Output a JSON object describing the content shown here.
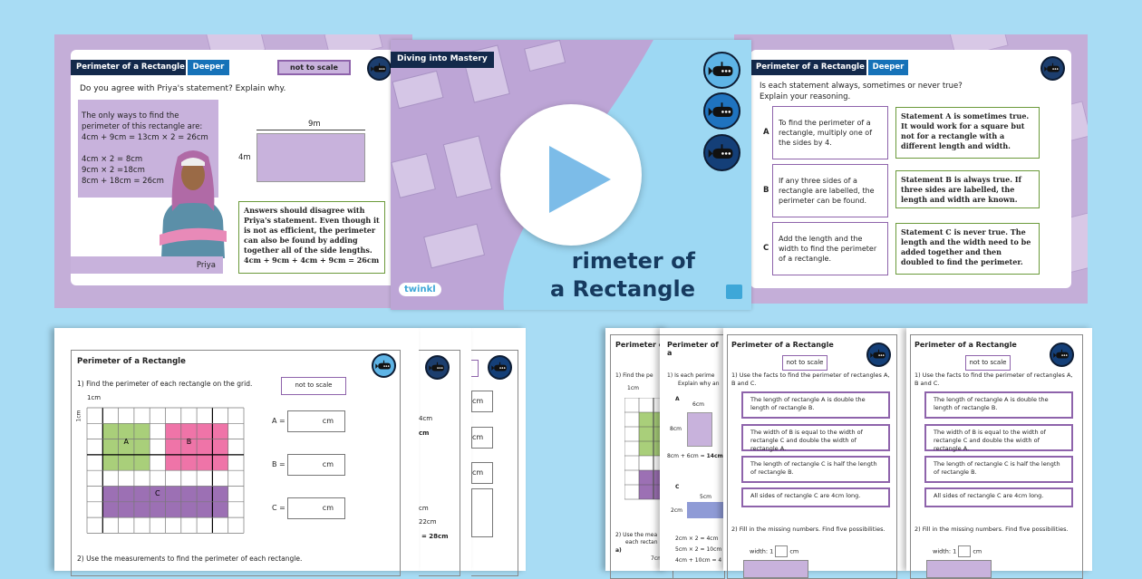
{
  "slide_left": {
    "header": "Perimeter of a Rectangle",
    "level": "Deeper",
    "not_to_scale": "not to scale",
    "question": "Do you agree with Priya's statement? Explain why.",
    "statement": [
      "The only ways to find the",
      "perimeter of this rectangle are:",
      "4cm + 9cm = 13cm × 2 = 26cm",
      "",
      "4cm × 2 = 8cm",
      "9cm × 2 =18cm",
      "8cm + 18cm = 26cm"
    ],
    "width_label": "9m",
    "height_label": "4m",
    "character": "Priya",
    "answer": [
      "Answers should disagree with",
      "Priya's statement. Even though it",
      "is not as efficient, the perimeter",
      "can also be found by adding",
      "together all of the side lengths.",
      "4cm + 9cm + 4cm + 9cm = 26cm"
    ]
  },
  "slide_center": {
    "badge": "Diving into Mastery",
    "title_line1": "rimeter of",
    "title_line2": "a Rectangle",
    "logo": "twinkl",
    "levels": [
      "shallow-water-submarine-icon",
      "deep-water-submarine-icon",
      "deepest-water-submarine-icon"
    ],
    "play_color": "#7cbce8"
  },
  "slide_right": {
    "header": "Perimeter of a Rectangle",
    "level": "Deeper",
    "question": [
      "Is each statement always, sometimes or never true?",
      "Explain your reasoning."
    ],
    "rows": [
      {
        "letter": "A",
        "statement": "To find the perimeter of a rectangle, multiply one of the sides by 4.",
        "answer": "Statement A is sometimes true. It would work for a square but not for a rectangle with a different length and width."
      },
      {
        "letter": "B",
        "statement": "If any three sides of a rectangle are labelled, the perimeter can be found.",
        "answer": "Statement B is always true. If three sides are labelled, the length and width are known."
      },
      {
        "letter": "C",
        "statement": "Add the length and the width to find the perimeter of a rectangle.",
        "answer": "Statement C is never true. The length and the width need to be added together and then doubled to find the perimeter."
      }
    ]
  },
  "worksheet_grid": {
    "title": "Perimeter of a Rectangle",
    "q1": "1) Find the perimeter of each rectangle on the grid.",
    "not_to_scale": "not to scale",
    "unit_label": "1cm",
    "unit_label_v": "1cm",
    "rect_labels": [
      "A",
      "B",
      "C"
    ],
    "answers": [
      {
        "label": "A =",
        "unit": "cm"
      },
      {
        "label": "B =",
        "unit": "cm"
      },
      {
        "label": "C =",
        "unit": "cm"
      }
    ],
    "q2": "2) Use the measurements to find the perimeter of each rectangle.",
    "colors": {
      "A": "#a9cf7a",
      "B": "#ef74a8",
      "C": "#9c70b4"
    }
  },
  "worksheet_back": {
    "t1": "4cm",
    "t2": "cm",
    "t3": "cm",
    "t4": "22cm",
    "t5": "= 28cm",
    "units": [
      "cm",
      "cm",
      "cm"
    ]
  },
  "worksheet_right_back": {
    "title1": "Perimeter o",
    "title2": "Perimeter of a",
    "q1a": "1)  Find the pe",
    "q1b": "1)  Is each perime",
    "q1b2": "Explain why an",
    "unit": "1cm",
    "a": "A",
    "w6": "6cm",
    "h8": "8cm",
    "sum": "8cm + 6cm = ",
    "sumb": "14cm",
    "c": "C",
    "w5": "5cm",
    "h2": "2cm",
    "q2a": "2)  Use the mea",
    "q2a2": "each rectan",
    "qa": "a)",
    "w7": "7cm",
    "calc": [
      "2cm × 2 = 4cm",
      "5cm × 2 = 10cm",
      "4cm + 10cm = 4"
    ]
  },
  "worksheet_facts": {
    "title": "Perimeter of a Rectangle",
    "not_to_scale": "not to scale",
    "q1": "1)  Use the facts to find the perimeter of rectangles A, B and C.",
    "facts": [
      "The length of rectangle A is double the length of rectangle B.",
      "The width of B is equal to the width of rectangle C and double the width of rectangle A.",
      "The length of rectangle C is half the length of rectangle B.",
      "All sides of rectangle C are 4cm long."
    ],
    "q2": "2)  Fill in the missing numbers. Find five possibilities.",
    "width_label": "width: 1",
    "unit": "cm"
  }
}
